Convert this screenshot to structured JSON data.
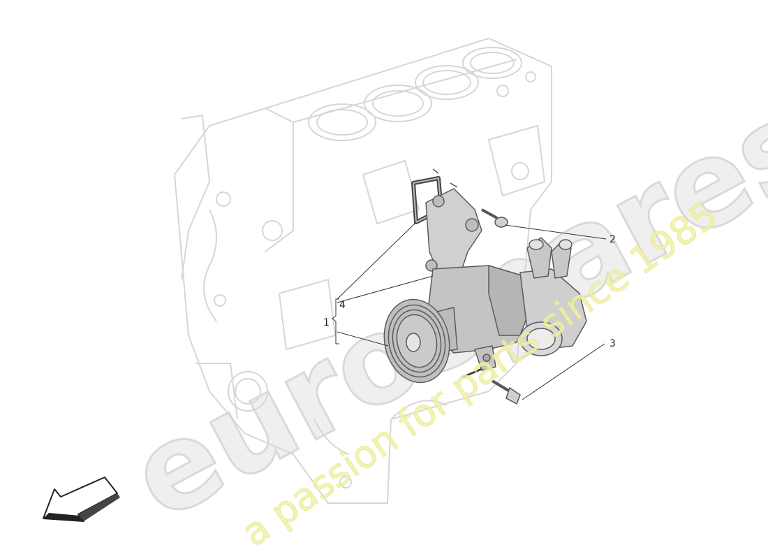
{
  "callouts": [
    {
      "label": "1"
    },
    {
      "label": "2"
    },
    {
      "label": "3"
    },
    {
      "label": "4"
    }
  ],
  "watermark": {
    "brand": "eurospares",
    "tagline": "a passion for parts since 1985",
    "brand_color": "#d9d9d9",
    "tagline_color": "#efef9a"
  },
  "colors": {
    "engine_outline": "#d6d6d6",
    "pump_fill": "#c9c9c9",
    "pump_stroke": "#5a5a5a",
    "leader": "#333333"
  },
  "icons": {
    "direction_arrow": "arrow-down-left-icon"
  }
}
